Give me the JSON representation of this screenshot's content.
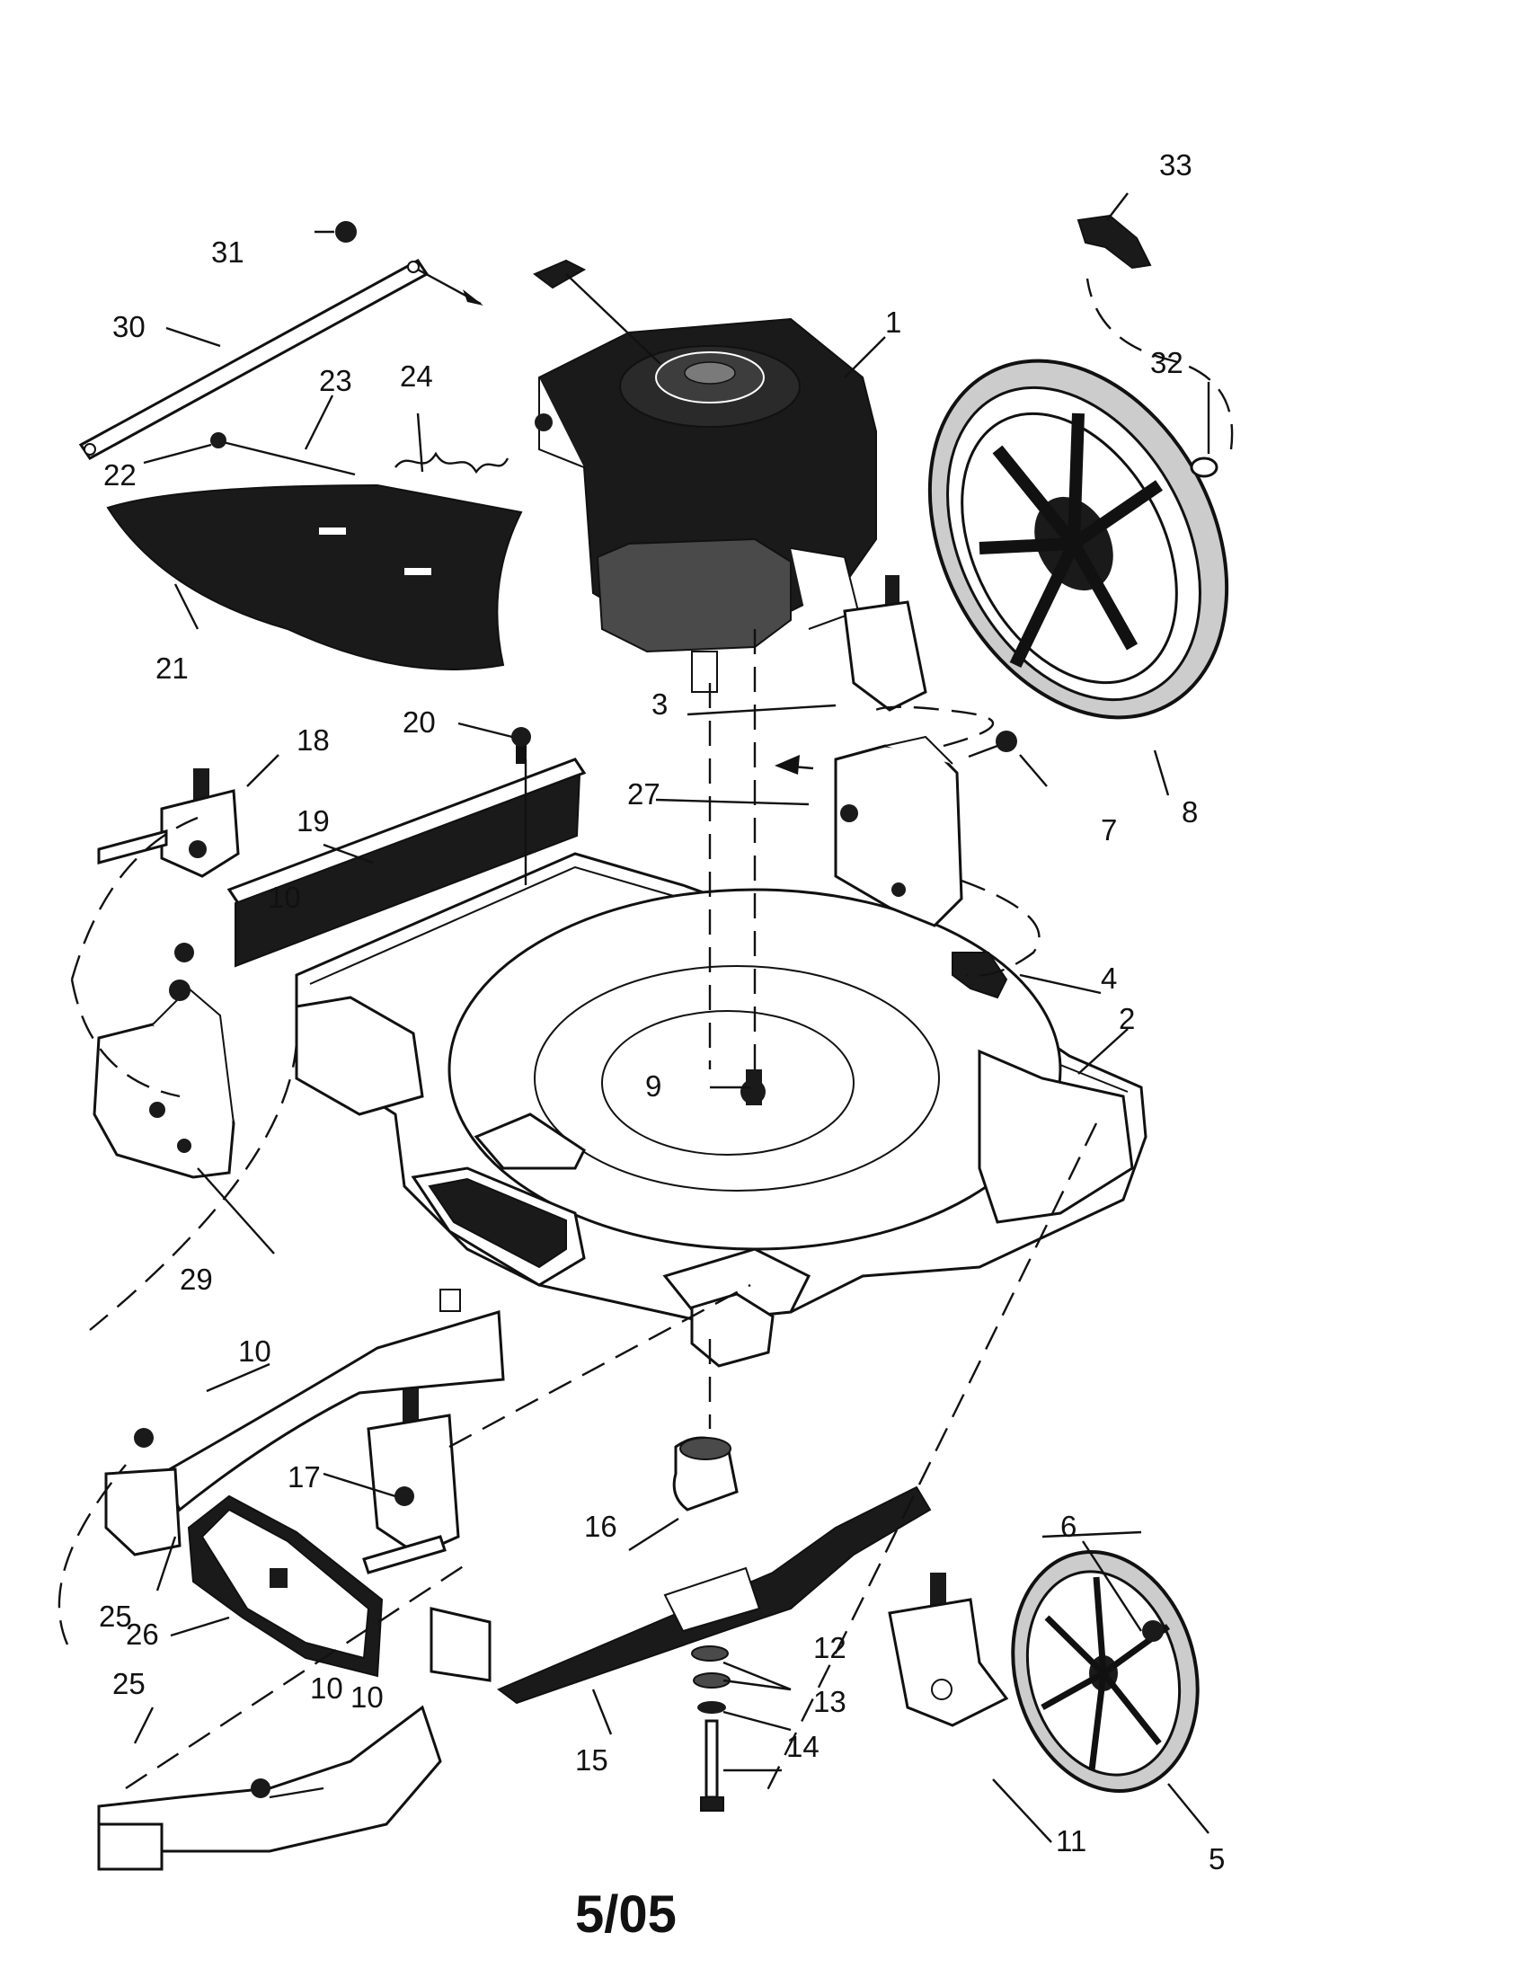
{
  "diagram": {
    "date_label": "5/05",
    "part_numbers": [
      "1",
      "2",
      "3",
      "4",
      "5",
      "6",
      "7",
      "8",
      "9",
      "10",
      "10",
      "10",
      "10",
      "11",
      "12",
      "13",
      "14",
      "15",
      "16",
      "17",
      "18",
      "19",
      "20",
      "21",
      "22",
      "23",
      "24",
      "25",
      "25",
      "26",
      "27",
      "29",
      "30",
      "31",
      "32",
      "33"
    ]
  },
  "colors": {
    "ink": "#111111",
    "paper": "#ffffff",
    "fill_dark": "#1a1a1a"
  }
}
